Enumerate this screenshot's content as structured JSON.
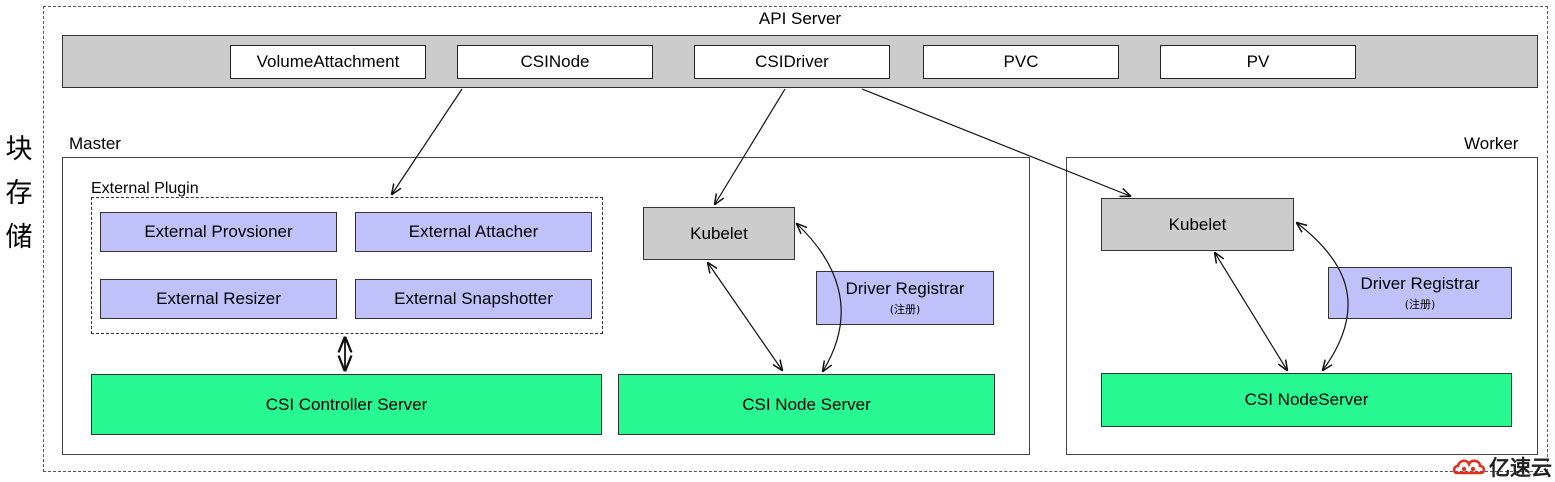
{
  "api_server": {
    "title": "API Server",
    "resources": [
      "VolumeAttachment",
      "CSINode",
      "CSIDriver",
      "PVC",
      "PV"
    ]
  },
  "side_label": [
    "块",
    "存",
    "储"
  ],
  "master": {
    "label": "Master",
    "plugin_group_label": "External Plugin",
    "plugins": [
      "External Provsioner",
      "External Attacher",
      "External Resizer",
      "External Snapshotter"
    ],
    "kubelet": "Kubelet",
    "registrar": {
      "title": "Driver Registrar",
      "note": "(注册)"
    },
    "controller_server": "CSI Controller Server",
    "node_server": "CSI Node Server"
  },
  "worker": {
    "label": "Worker",
    "kubelet": "Kubelet",
    "registrar": {
      "title": "Driver Registrar",
      "note": "(注册)"
    },
    "node_server": "CSI NodeServer"
  },
  "watermark": {
    "text": "亿速云",
    "color": "#e0301e"
  }
}
